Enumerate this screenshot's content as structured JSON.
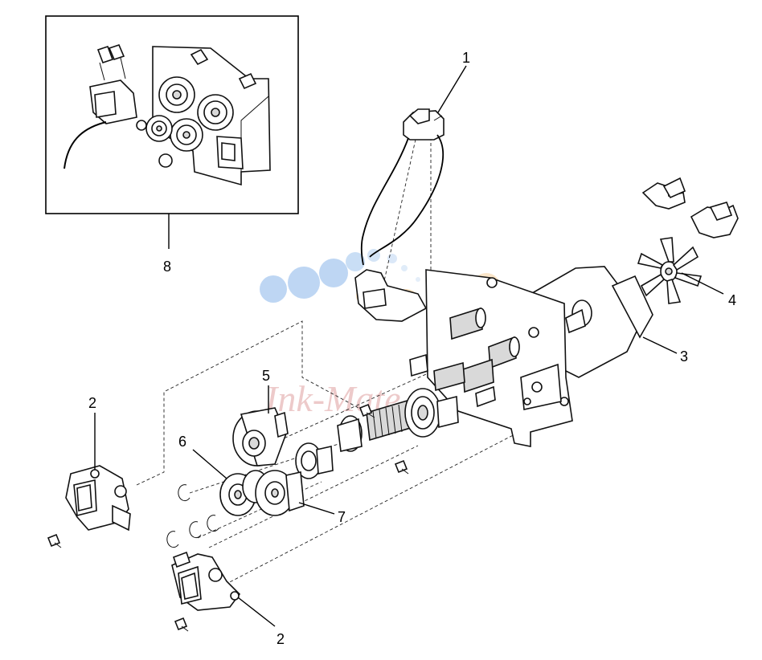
{
  "callouts": [
    {
      "id": "1",
      "label": "1"
    },
    {
      "id": "2a",
      "label": "2"
    },
    {
      "id": "2b",
      "label": "2"
    },
    {
      "id": "3",
      "label": "3"
    },
    {
      "id": "4",
      "label": "4"
    },
    {
      "id": "5",
      "label": "5"
    },
    {
      "id": "6",
      "label": "6"
    },
    {
      "id": "7",
      "label": "7"
    },
    {
      "id": "8",
      "label": "8"
    }
  ],
  "watermark": {
    "text": "Ink-Mate",
    "dot_colors": [
      "#9cc4ee",
      "#f7cf9a"
    ]
  }
}
